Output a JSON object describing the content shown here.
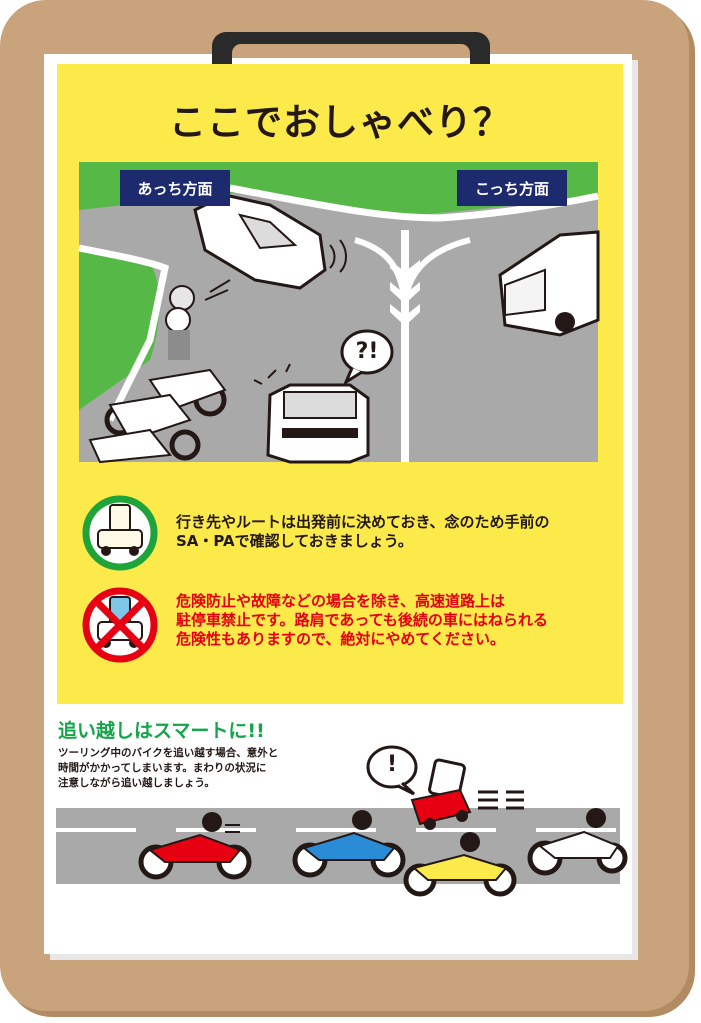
{
  "poster": {
    "title": "ここでおしゃべり？",
    "sign_left": "あっち方面",
    "sign_right": "こっち方面",
    "bubble_mark": "?!",
    "info_ok_lines": [
      "行き先やルートは出発前に決めておき、念のため手前の",
      "SA・PAで確認しておきましょう。"
    ],
    "info_ng_lines": [
      "危険防止や故障などの場合を除き、高速道路上は",
      "駐停車禁止です。路肩であっても後続の車にはねられる",
      "危険性もありますので、絶対にやめてください。"
    ],
    "overtake_title": "追い越しはスマートに!!",
    "overtake_lines": [
      "ツーリング中のバイクを追い越す場合、意外と",
      "時間がかかってしまいます。まわりの状況に",
      "注意しながら追い越しましょう。"
    ],
    "exclaim_mark": "!"
  },
  "icons": {
    "ok_badge": "green-ring-car-icon",
    "ng_badge": "red-prohibited-car-icon"
  },
  "colors": {
    "board": "#c8a27a",
    "panel": "#fce94a",
    "sign": "#1d2a6e",
    "ok": "#1fa43a",
    "ng": "#e60012",
    "grass": "#56b947",
    "road": "#a9a9a9"
  }
}
